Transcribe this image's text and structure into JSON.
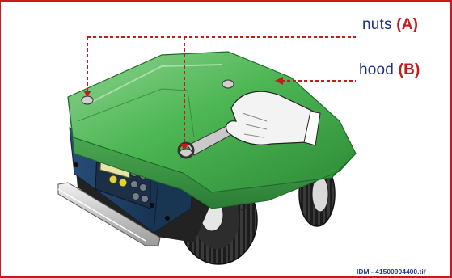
{
  "callouts": {
    "nuts": {
      "word": "nuts",
      "open": "(",
      "letter": "A",
      "close": ")"
    },
    "hood": {
      "word": "hood",
      "open": "(",
      "letter": "B",
      "close": ")"
    }
  },
  "file_reference": "IDM - 41500904400.tif",
  "colors": {
    "frame": "#c8191f",
    "label_text": "#1f2e86",
    "label_letter": "#c8191f",
    "hood_green": "#3fae49",
    "body_navy": "#1e3f66",
    "wheel_dark": "#2a2a2a",
    "panel_yellow": "#d9c84a"
  },
  "icons": [
    "wrench-icon",
    "hand-icon",
    "nut-icon",
    "lawn-mower-robot-icon"
  ]
}
